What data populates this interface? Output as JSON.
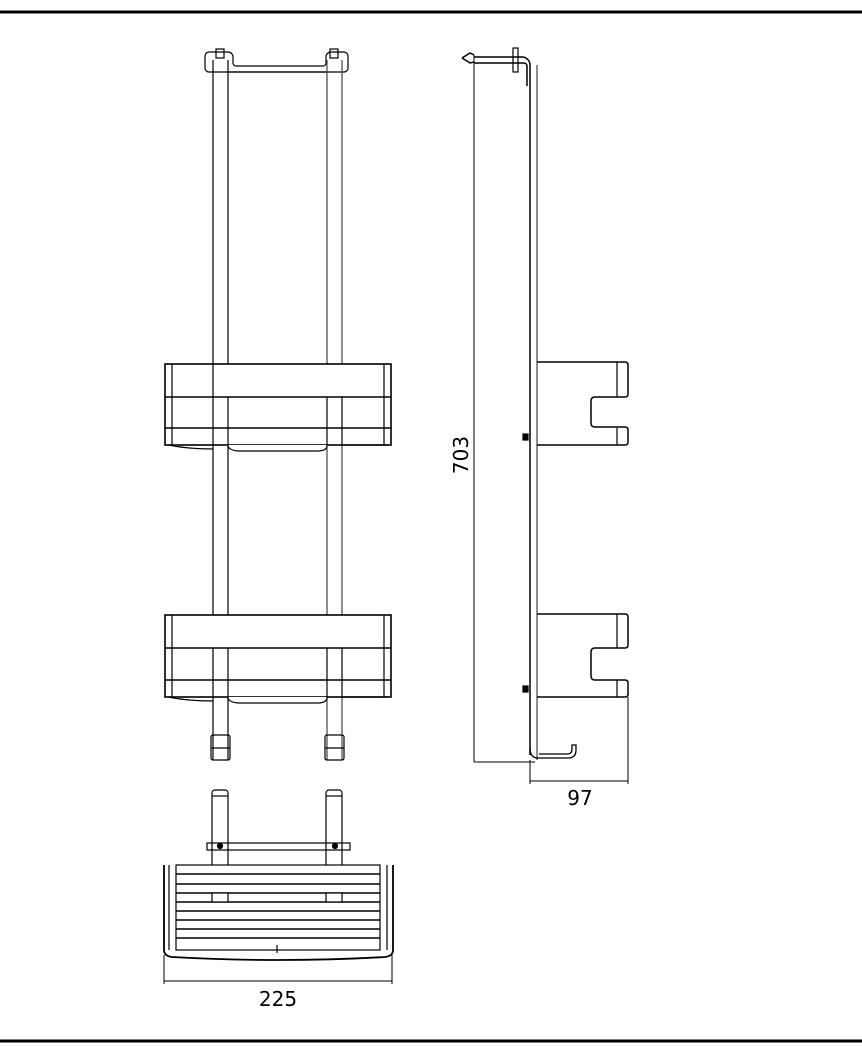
{
  "dimensions": {
    "height_label": "703",
    "depth_label": "97",
    "width_label": "225"
  },
  "colors": {
    "line": "#000000",
    "background": "#ffffff"
  }
}
